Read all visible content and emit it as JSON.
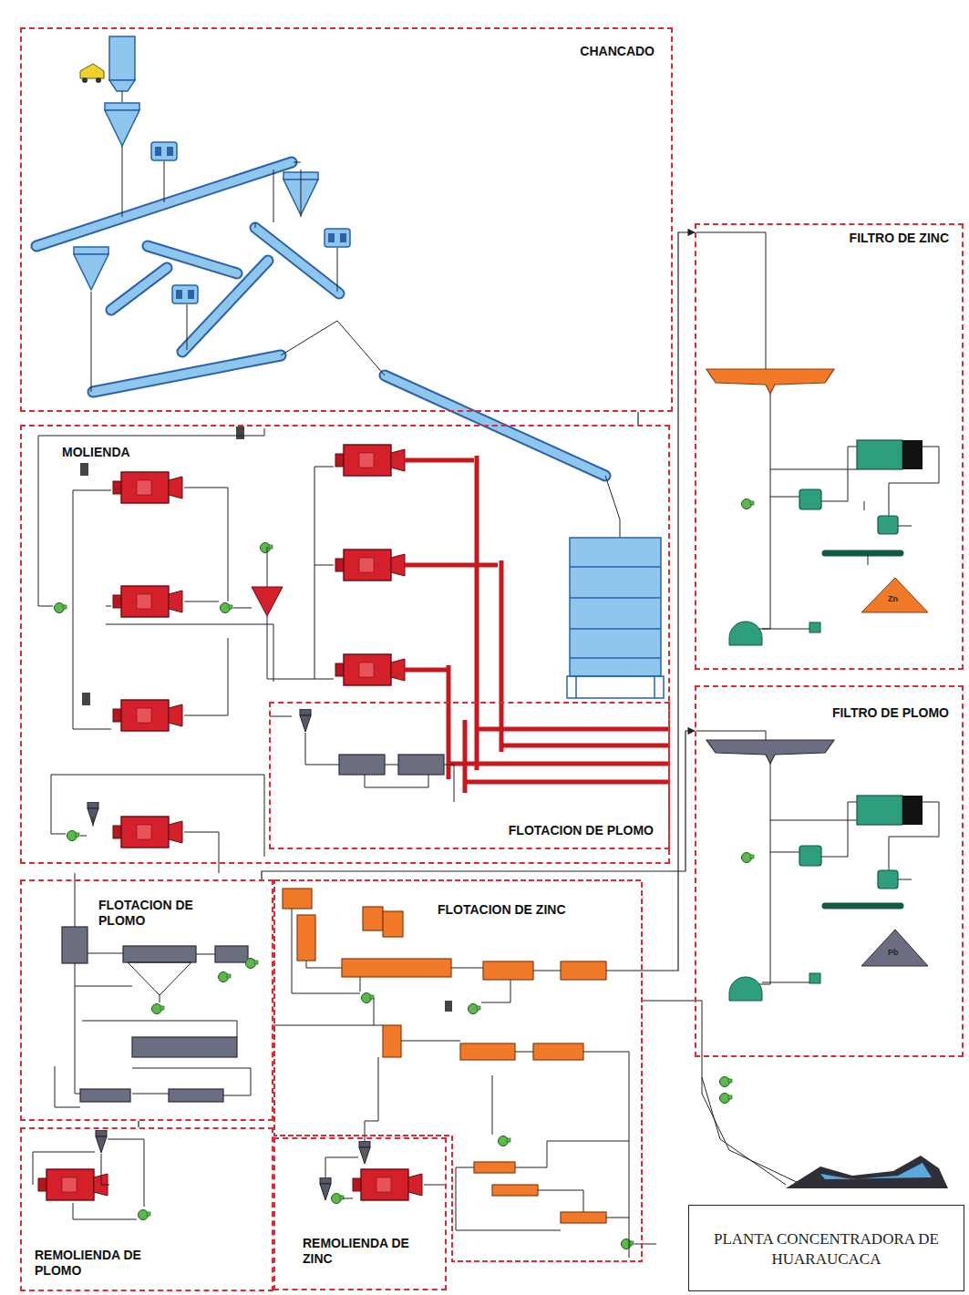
{
  "diagram": {
    "nodes": [
      {
        "text": [
          "CHANCADO"
        ]
      },
      {
        "text": [
          "MOLIENDA"
        ]
      },
      {
        "text": [
          "FLOTACION DE PLOMO"
        ],
        "in": 1
      },
      {
        "text": [
          "FILTRO DE ZINC"
        ]
      },
      {
        "text": [
          "FILTRO DE PLOMO"
        ]
      },
      {
        "text": [
          "FLOTACION DE PLOMO"
        ]
      },
      {
        "text": [
          "FLOTACION DE ZINC"
        ]
      },
      {
        "text": [
          "REMOLIENDA DE PLOMO"
        ]
      },
      {
        "text": [
          "REMOLIENDA DE ZINC"
        ]
      },
      {
        "text": [
          "PLANTA CONCENTRADORA DE HUARAUCACA"
        ]
      }
    ],
    "edges": [
      {
        "from": 0,
        "to": 1,
        "arrow": "none"
      },
      {
        "from": 7,
        "to": 5,
        "arrow": "none"
      },
      {
        "from": 5,
        "to": 4,
        "arrow": "to"
      },
      {
        "from": 6,
        "to": 3,
        "arrow": "to"
      }
    ],
    "labels": [
      "Zn",
      "Pb"
    ]
  }
}
